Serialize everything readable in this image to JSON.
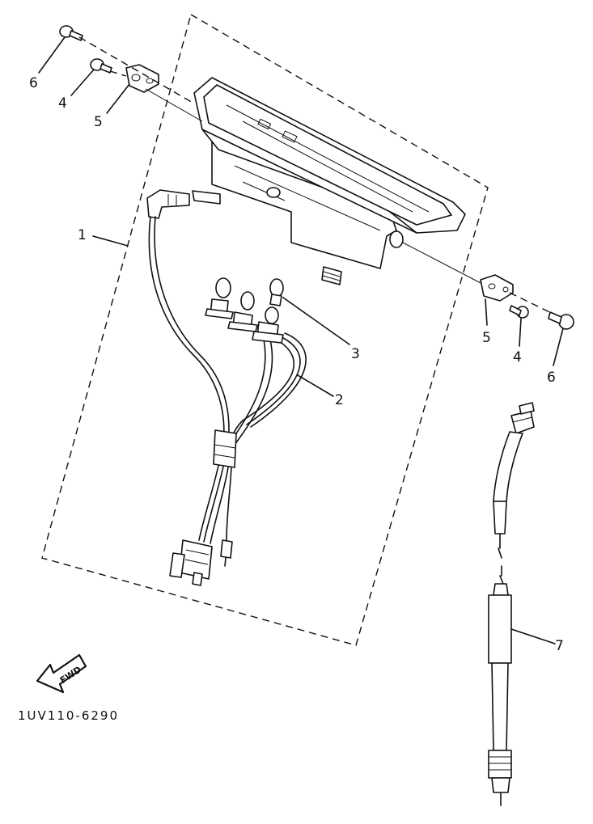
{
  "callouts": [
    {
      "id": "c1",
      "label": "1"
    },
    {
      "id": "c2",
      "label": "2"
    },
    {
      "id": "c3",
      "label": "3"
    },
    {
      "id": "c4a",
      "label": "4"
    },
    {
      "id": "c4b",
      "label": "4"
    },
    {
      "id": "c5a",
      "label": "5"
    },
    {
      "id": "c5b",
      "label": "5"
    },
    {
      "id": "c6a",
      "label": "6"
    },
    {
      "id": "c6b",
      "label": "6"
    },
    {
      "id": "c7",
      "label": "7"
    }
  ],
  "fwd_label": "FWD",
  "drawing_code": "1UV110-6290"
}
